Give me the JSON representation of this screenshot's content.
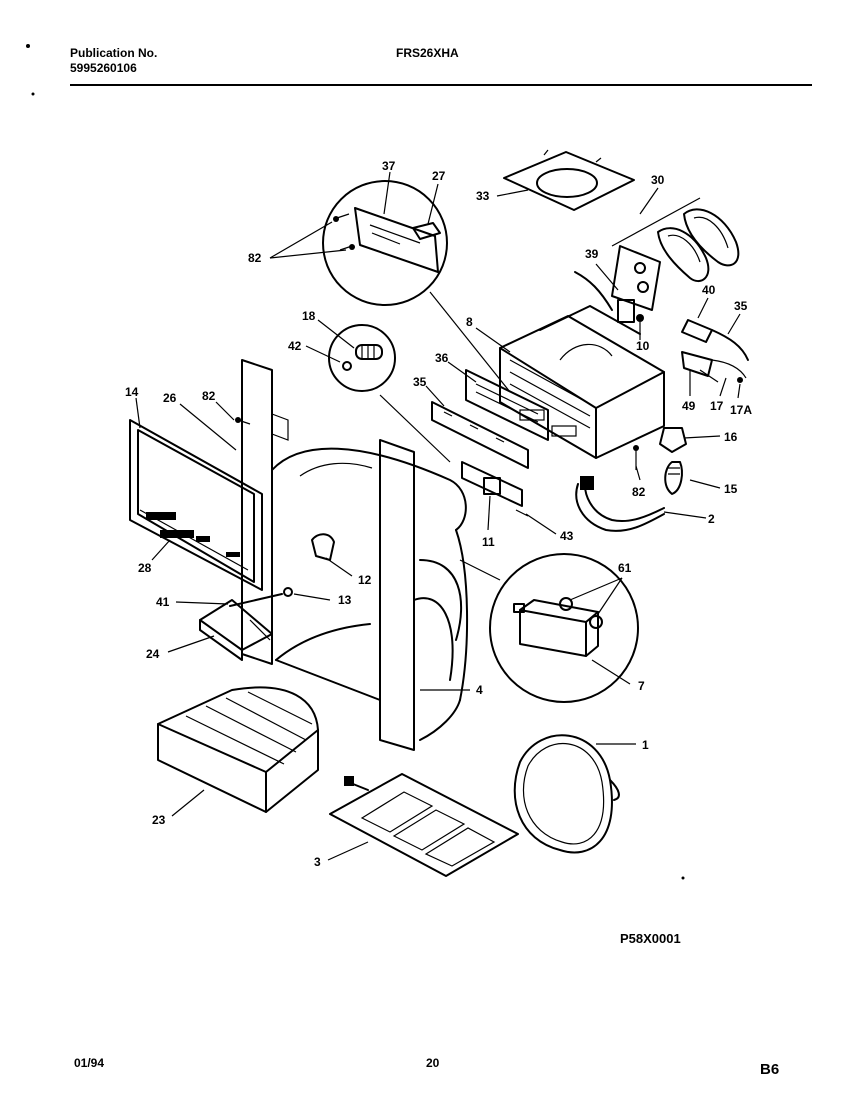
{
  "header": {
    "publication_label": "Publication No.",
    "publication_number": "5995260106",
    "model": "FRS26XHA"
  },
  "diagram": {
    "callouts": [
      "37",
      "27",
      "33",
      "30",
      "82",
      "39",
      "40",
      "35",
      "18",
      "8",
      "42",
      "10",
      "36",
      "35",
      "14",
      "26",
      "82",
      "49",
      "17",
      "17A",
      "16",
      "82",
      "15",
      "2",
      "11",
      "43",
      "28",
      "12",
      "61",
      "41",
      "13",
      "24",
      "7",
      "4",
      "1",
      "23",
      "3"
    ],
    "drawing_code": "P58X0001"
  },
  "footer": {
    "date": "01/94",
    "page": "20",
    "section": "B6"
  }
}
